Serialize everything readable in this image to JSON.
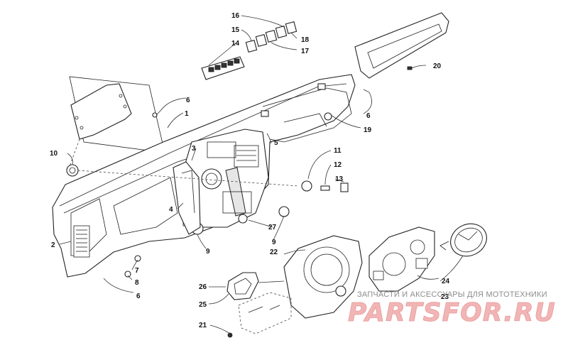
{
  "callouts": {
    "c1": "1",
    "c2": "2",
    "c3": "3",
    "c4": "4",
    "c5": "5",
    "c6a": "6",
    "c6b": "6",
    "c6c": "6",
    "c7": "7",
    "c8": "8",
    "c9a": "9",
    "c9b": "9",
    "c10": "10",
    "c11": "11",
    "c12": "12",
    "c13": "13",
    "c14": "14",
    "c15": "15",
    "c16": "16",
    "c17": "17",
    "c18": "18",
    "c19": "19",
    "c20": "20",
    "c21": "21",
    "c22": "22",
    "c23": "23",
    "c24": "24",
    "c25": "25",
    "c26": "26",
    "c27": "27"
  },
  "watermark": {
    "tagline": "ЗАПЧАСТИ И АКСЕССУАРЫ ДЛЯ МОТОТЕХНИКИ",
    "logo": "PARTSFOR.RU"
  }
}
